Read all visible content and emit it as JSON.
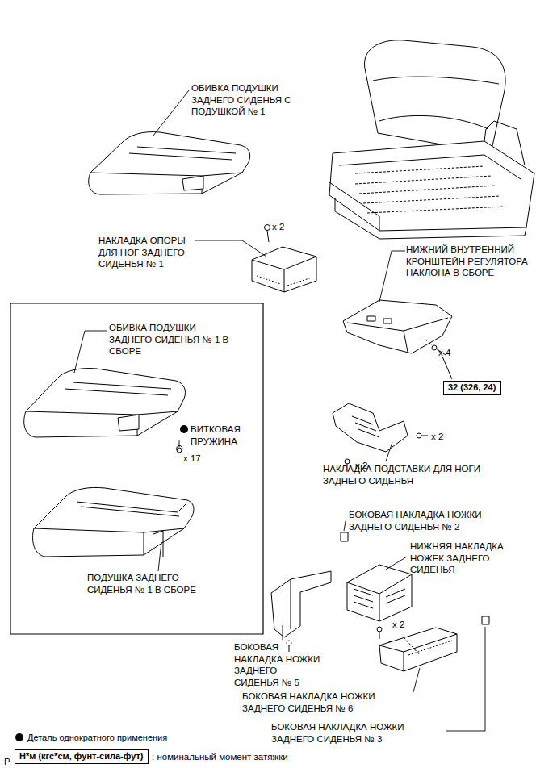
{
  "diagram": {
    "nodes": [
      {
        "text": [
          "32 (326, 24)"
        ]
      },
      {
        "text": [
          "Н*м (кгс*см, фунт-сила-фут)"
        ]
      }
    ],
    "labels": [
      "ОБИВКА ПОДУШКИ ЗАДНЕГО СИДЕНЬЯ С ПОДУШКОЙ № 1",
      "НАКЛАДКА ОПОРЫ ДЛЯ НОГ ЗАДНЕГО СИДЕНЬЯ № 1",
      "x 2",
      "НИЖНИЙ ВНУТРЕННИЙ КРОНШТЕЙН РЕГУЛЯТОРА НАКЛОНА В СБОРЕ",
      "x 4",
      "ОБИВКА ПОДУШКИ ЗАДНЕГО СИДЕНЬЯ № 1 В СБОРЕ",
      "ВИТКОВАЯ ПРУЖИНА",
      "x 17",
      "x 2",
      "x 2",
      "НАКЛАДКА ПОДСТАВКИ ДЛЯ НОГИ ЗАДНЕГО СИДЕНЬЯ",
      "ПОДУШКА ЗАДНЕГО СИДЕНЬЯ № 1 В СБОРЕ",
      "БОКОВАЯ НАКЛАДКА НОЖКИ ЗАДНЕГО СИДЕНЬЯ № 2",
      "НИЖНЯЯ НАКЛАДКА НОЖЕК ЗАДНЕГО СИДЕНЬЯ",
      "x 2",
      "БОКОВАЯ НАКЛАДКА НОЖКИ ЗАДНЕГО СИДЕНЬЯ № 5",
      "БОКОВАЯ НАКЛАДКА НОЖКИ ЗАДНЕГО СИДЕНЬЯ № 6",
      "БОКОВАЯ НАКЛАДКА НОЖКИ ЗАДНЕГО СИДЕНЬЯ № 3",
      "P",
      ": номинальный момент затяжки"
    ],
    "legend": [
      {
        "text": "Деталь однократного применения"
      }
    ]
  }
}
